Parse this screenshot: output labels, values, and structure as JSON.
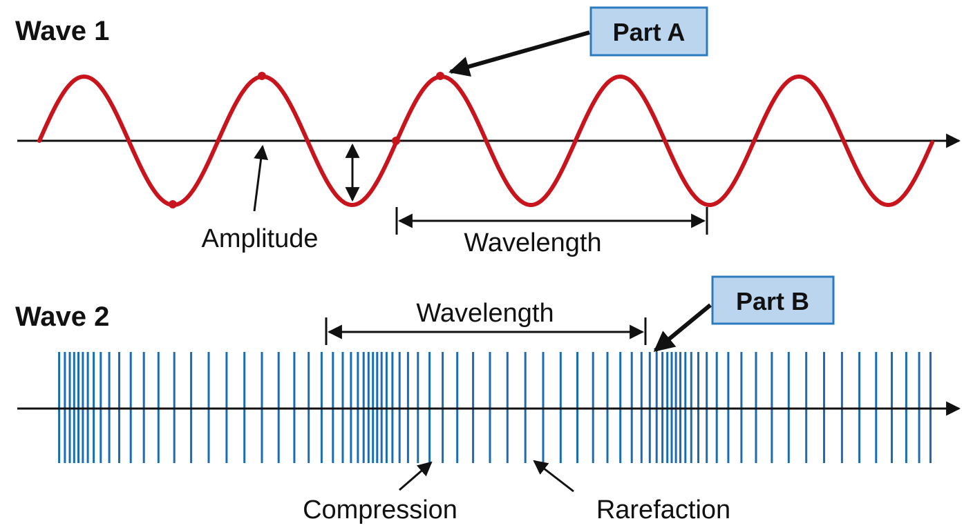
{
  "wave1": {
    "title": "Wave 1",
    "part_label": "Part A",
    "amplitude_label": "Amplitude",
    "wavelength_label": "Wavelength",
    "wave_color": "#c8141c",
    "cycles": 5
  },
  "wave2": {
    "title": "Wave 2",
    "part_label": "Part B",
    "wavelength_label": "Wavelength",
    "compression_label": "Compression",
    "rarefaction_label": "Rarefaction",
    "line_color": "#1a6db3"
  },
  "colors": {
    "box_fill": "#bcd5ee",
    "box_stroke": "#2a7ac0",
    "axis": "#111111"
  }
}
